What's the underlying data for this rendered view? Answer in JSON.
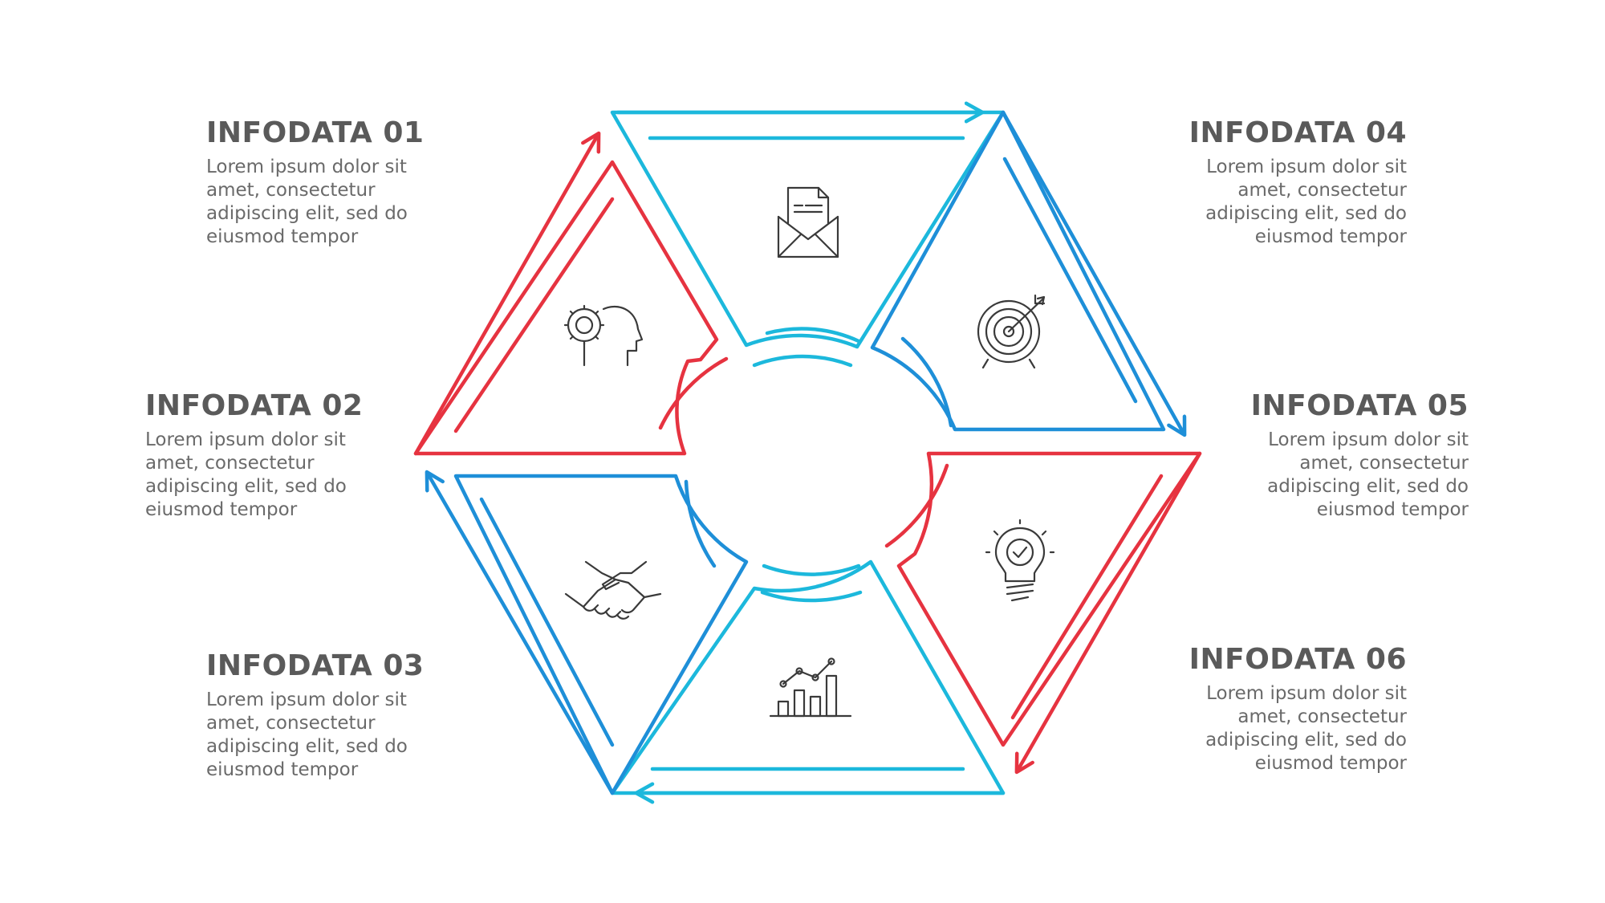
{
  "colors": {
    "red": "#e63340",
    "blue": "#1e8fd8",
    "cyan": "#1cb8dc",
    "icon": "#3a3a3a",
    "title_text": "#5a5a5a",
    "body_text": "#6a6a6a"
  },
  "items": [
    {
      "title": "INFODATA 01",
      "body": "Lorem ipsum dolor sit\namet, consectetur\nadipiscing elit, sed do\neiusmod tempor",
      "icon": "head-gear-icon",
      "color": "red"
    },
    {
      "title": "INFODATA 02",
      "body": "Lorem ipsum dolor sit\namet, consectetur\nadipiscing elit, sed do\neiusmod tempor",
      "icon": "handshake-icon",
      "color": "blue"
    },
    {
      "title": "INFODATA 03",
      "body": "Lorem ipsum dolor sit\namet, consectetur\nadipiscing elit, sed do\neiusmod tempor",
      "icon": "bar-chart-growth-icon",
      "color": "cyan"
    },
    {
      "title": "INFODATA 04",
      "body": "Lorem ipsum dolor sit\namet, consectetur\nadipiscing elit, sed do\neiusmod tempor",
      "icon": "envelope-letter-icon",
      "color": "cyan"
    },
    {
      "title": "INFODATA 05",
      "body": "Lorem ipsum dolor sit\namet, consectetur\nadipiscing elit, sed do\neiusmod tempor",
      "icon": "target-arrow-icon",
      "color": "blue"
    },
    {
      "title": "INFODATA 06",
      "body": "Lorem ipsum dolor sit\namet, consectetur\nadipiscing elit, sed do\neiusmod tempor",
      "icon": "lightbulb-check-icon",
      "color": "red"
    }
  ]
}
